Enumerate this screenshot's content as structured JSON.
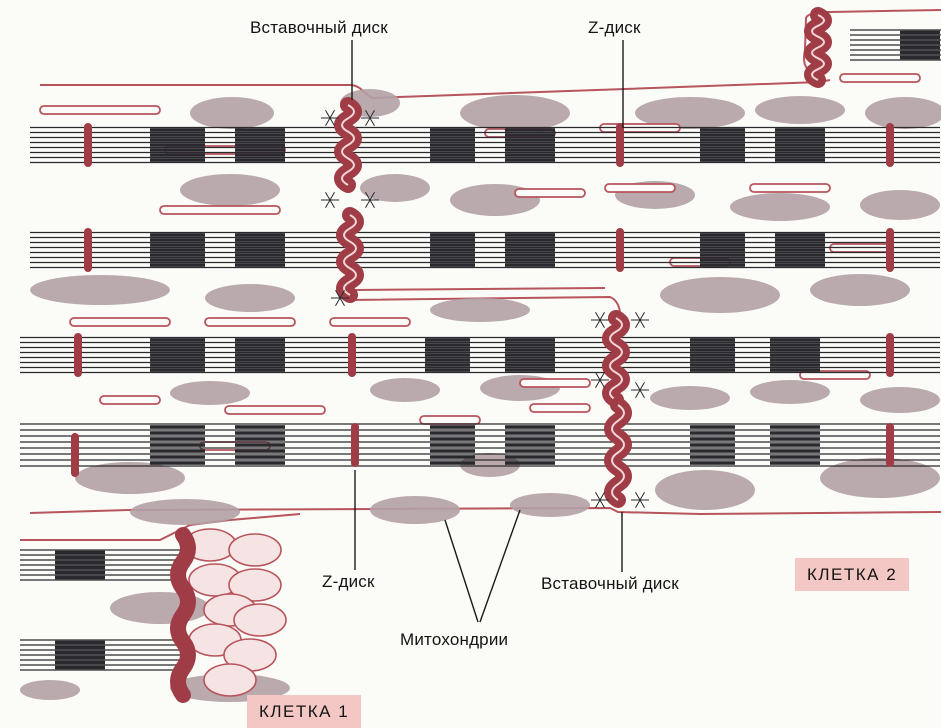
{
  "labels": {
    "intercalated_top": "Вставочный диск",
    "z_top": "Z-диск",
    "z_bottom": "Z-диск",
    "intercalated_bottom": "Вставочный диск",
    "mitochondria": "Митохондрии",
    "cell2": "КЛЕТКА 2",
    "cell1": "КЛЕТКА 1"
  },
  "colors": {
    "membrane": "#b8545c",
    "disc": "#a03c45",
    "mito": "#b3a1a4",
    "sarcomere": "#2a2a2e",
    "box": "#f3c8c4"
  }
}
